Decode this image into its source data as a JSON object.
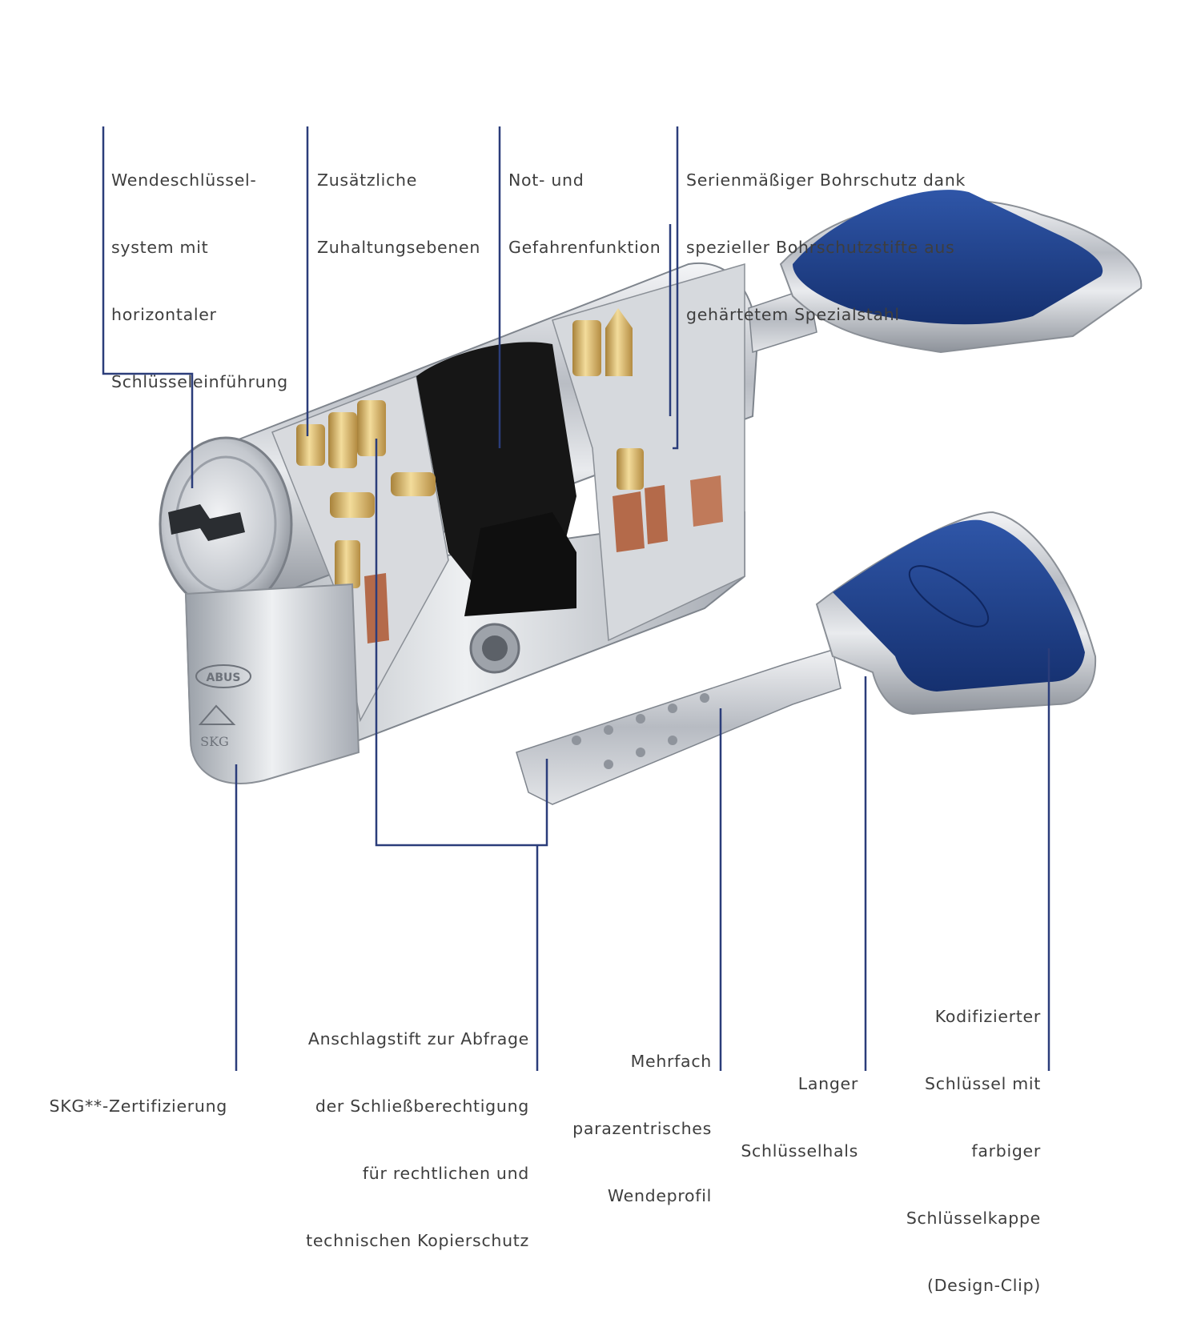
{
  "colors": {
    "leader_line": "#2b3d7a",
    "text": "#3e3e3e",
    "key_cap": "#1f3f8c",
    "brass": "#d9b56a",
    "chrome": "#c9ccd2",
    "dark_cam": "#161616"
  },
  "brand_marks": {
    "logo_text": "ABUS",
    "cert_text": "SKG"
  },
  "labels": {
    "top": [
      {
        "id": "turnkey-system",
        "lines": [
          "Wendeschlüssel-",
          "system mit",
          "horizontaler",
          "Schlüsseleinführung"
        ]
      },
      {
        "id": "extra-levels",
        "lines": [
          "Zusätzliche",
          "Zuhaltungsebenen"
        ]
      },
      {
        "id": "emergency",
        "lines": [
          "Not- und",
          "Gefahrenfunktion"
        ]
      },
      {
        "id": "drill-protection",
        "lines": [
          "Serienmäßiger Bohrschutz dank",
          "spezieller Bohrschutzstifte aus",
          "gehärtetem Spezialstahl"
        ]
      }
    ],
    "bottom": [
      {
        "id": "skg",
        "lines": [
          "SKG**-Zertifizierung"
        ]
      },
      {
        "id": "stop-pin",
        "lines": [
          "Anschlagstift zur Abfrage",
          "der Schließberechtigung",
          "für rechtlichen und",
          "technischen Kopierschutz"
        ]
      },
      {
        "id": "profile",
        "lines": [
          "Mehrfach",
          "parazentrisches",
          "Wendeprofil"
        ]
      },
      {
        "id": "key-neck",
        "lines": [
          "Langer",
          "Schlüsselhals"
        ]
      },
      {
        "id": "key-cap",
        "lines": [
          "Kodifizierter",
          "Schlüssel mit",
          "farbiger",
          "Schlüsselkappe",
          "(Design-Clip)"
        ]
      }
    ]
  }
}
